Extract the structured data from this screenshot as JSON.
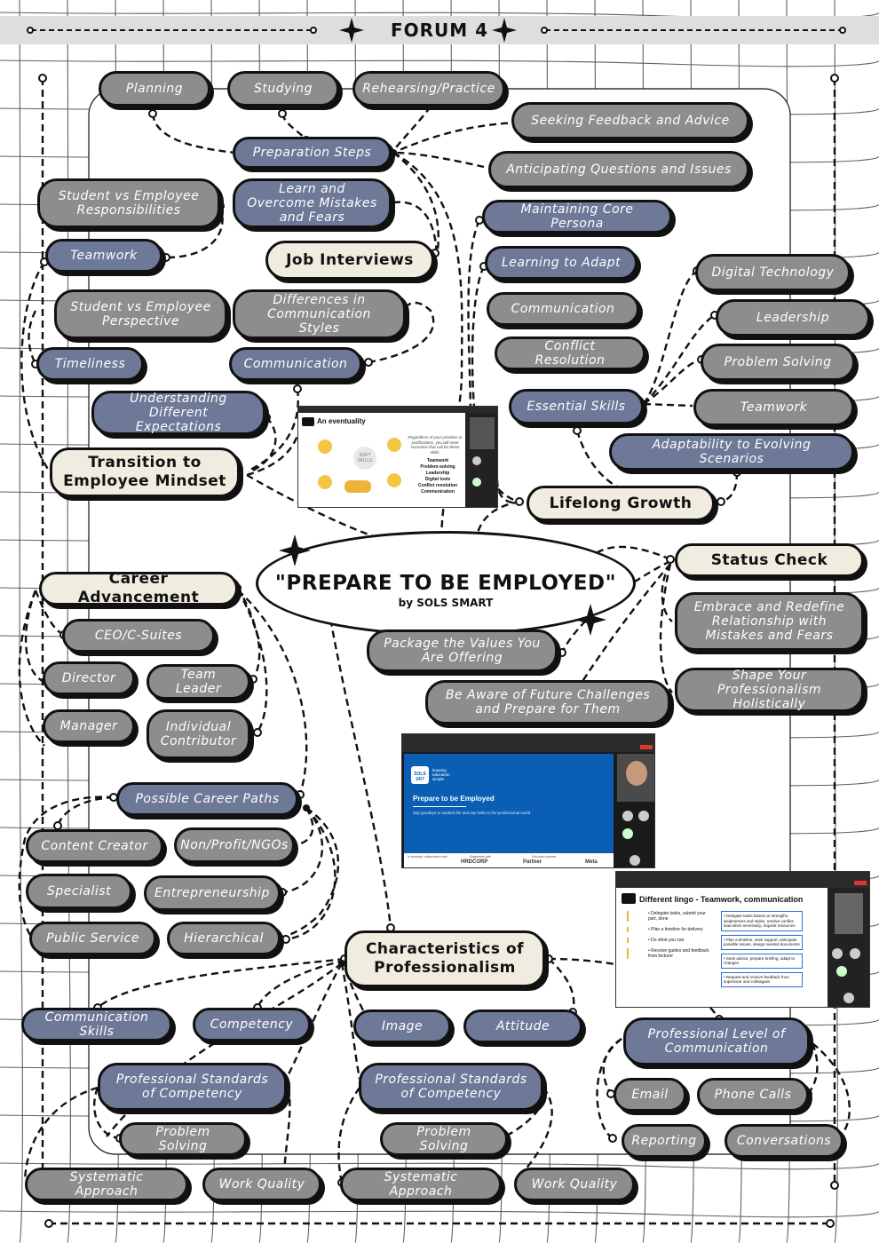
{
  "header": {
    "title": "FORUM 4"
  },
  "central": {
    "title": "\"PREPARE TO BE EMPLOYED\"",
    "subtitle": "by SOLS SMART"
  },
  "nodes": {
    "planning": "Planning",
    "studying": "Studying",
    "rehearsing": "Rehearsing/Practice",
    "seeking_feedback": "Seeking Feedback and Advice",
    "preparation_steps": "Preparation Steps",
    "anticipating": "Anticipating Questions and Issues",
    "student_vs_employee_resp": "Student vs Employee Responsibilities",
    "learn_overcome": "Learn and Overcome Mistakes and Fears",
    "maintaining_persona": "Maintaining Core Persona",
    "teamwork_left": "Teamwork",
    "job_interviews": "Job Interviews",
    "learning_adapt": "Learning to Adapt",
    "digital_technology": "Digital Technology",
    "student_vs_employee_persp": "Student vs Employee Perspective",
    "differences_comm": "Differences in Communication Styles",
    "communication_right": "Communication",
    "leadership": "Leadership",
    "timeliness": "Timeliness",
    "communication_left": "Communication",
    "conflict_resolution": "Conflict Resolution",
    "problem_solving_right": "Problem Solving",
    "understanding_expectations": "Understanding Different Expectations",
    "essential_skills": "Essential Skills",
    "teamwork_right": "Teamwork",
    "adaptability": "Adaptability to Evolving Scenarios",
    "transition": "Transition to Employee Mindset",
    "lifelong_growth": "Lifelong Growth",
    "status_check": "Status Check",
    "career_advancement": "Career Advancement",
    "embrace_redefine": "Embrace and Redefine Relationship with Mistakes and Fears",
    "ceo": "CEO/C-Suites",
    "package_values": "Package the Values You Are Offering",
    "director": "Director",
    "team_leader": "Team Leader",
    "shape_professionalism": "Shape Your Professionalism Holistically",
    "be_aware": "Be Aware of Future Challenges and Prepare for Them",
    "manager": "Manager",
    "individual_contributor": "Individual Contributor",
    "possible_career_paths": "Possible Career Paths",
    "content_creator": "Content Creator",
    "non_profit": "Non/Profit/NGOs",
    "specialist": "Specialist",
    "entrepreneurship": "Entrepreneurship",
    "public_service": "Public Service",
    "hierarchical": "Hierarchical",
    "characteristics": "Characteristics of Professionalism",
    "communication_skills": "Communication Skills",
    "competency": "Competency",
    "image": "Image",
    "attitude": "Attitude",
    "professional_level_comm": "Professional Level of Communication",
    "prof_standards_1": "Professional Standards of Competency",
    "prof_standards_2": "Professional Standards of Competency",
    "email": "Email",
    "phone_calls": "Phone Calls",
    "problem_solving_1": "Problem Solving",
    "problem_solving_2": "Problem Solving",
    "reporting": "Reporting",
    "conversations": "Conversations",
    "systematic_1": "Systematic Approach",
    "work_quality_1": "Work Quality",
    "systematic_2": "Systematic Approach",
    "work_quality_2": "Work Quality"
  },
  "screenshots": {
    "shot1": {
      "slide_title": "An eventuality",
      "body": "Regardless of your priorities or justifications, you will meet scenarios that call for these skills:",
      "skills": [
        "Teamwork",
        "Problem-solving",
        "Leadership",
        "Digital tools",
        "Conflict resolution",
        "Communication"
      ],
      "badge": "SOFT SKILLS"
    },
    "shot2": {
      "logo": "SOLS 24/7",
      "tagline": "keeping education simple",
      "slide_title": "Prepare to be Employed",
      "slide_sub": "Say goodbye to student life and say hello to the professional world",
      "partner_labels": [
        "In strategic collaboration with",
        "Registered with",
        "Education partner"
      ],
      "partners": [
        "HRDCORP",
        "Partner",
        "Meta"
      ]
    },
    "shot3": {
      "slide_title": "Different lingo - Teamwork, communication",
      "left_items": [
        "Delegate tasks, submit your part, done",
        "Plan a timeline for delivery",
        "Do what you can",
        "Receive guides and feedback from lecturer"
      ],
      "right_items": [
        "Delegate tasks based on strengths, weaknesses and styles, resolve conflict, lead when necessary, request resources",
        "Plan a timeline, seek support, anticipate possible issues, design needed documents",
        "Seek advice, prepare briefing, adapt to changes",
        "Request and receive feedback from supervisor and colleagues"
      ]
    }
  },
  "colors": {
    "gray_node": "#8d8d8d",
    "blue_node": "#6e7897",
    "cream_node": "#f1ece0",
    "outline": "#111111",
    "slide_blue": "#0a5fb4"
  }
}
